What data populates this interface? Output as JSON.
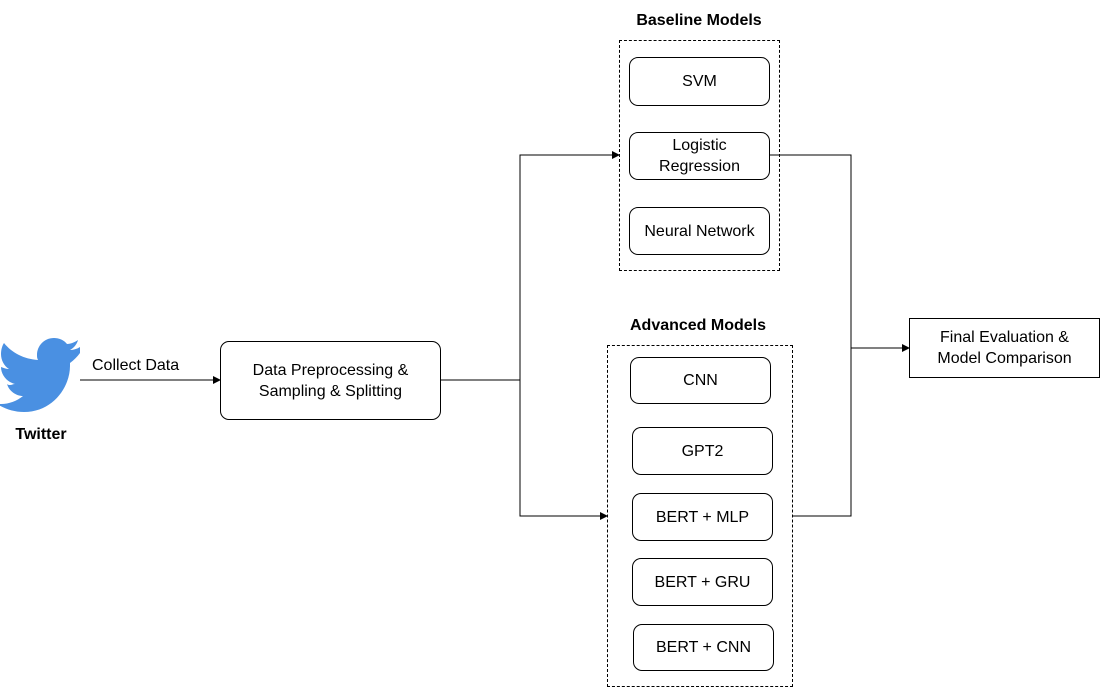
{
  "source": {
    "label": "Twitter",
    "icon": "twitter-bird-icon",
    "color": "#4a90e2"
  },
  "edge_label": "Collect Data",
  "preprocessing": "Data Preprocessing &\nSampling & Splitting",
  "baseline": {
    "title": "Baseline Models",
    "models": [
      "SVM",
      "Logistic\nRegression",
      "Neural Network"
    ]
  },
  "advanced": {
    "title": "Advanced Models",
    "models": [
      "CNN",
      "GPT2",
      "BERT + MLP",
      "BERT + GRU",
      "BERT + CNN"
    ]
  },
  "final": "Final Evaluation &\nModel Comparison"
}
